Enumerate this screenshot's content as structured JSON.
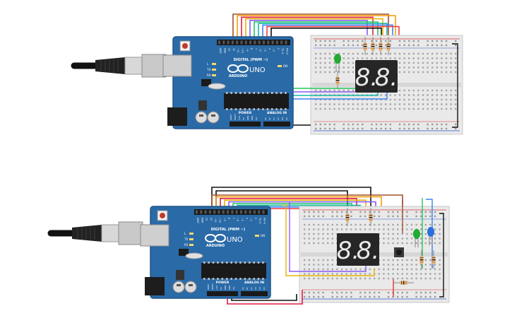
{
  "circuits": [
    {
      "id": "top",
      "board": {
        "logo": "UNO",
        "brand": "ARDUINO",
        "digital_label": "DIGITAL (PWM ~)",
        "power_label": "POWER",
        "analog_label": "ANALOG IN",
        "led_labels": [
          "L",
          "TX",
          "RX"
        ],
        "on_label": "ON",
        "top_pins": [
          "AREF",
          "GND",
          "13",
          "12",
          "~11",
          "~10",
          "~9",
          "8",
          "7",
          "~6",
          "~5",
          "4",
          "~3",
          "2",
          "TX→1",
          "RX←0"
        ],
        "power_pins": [
          "IOREF",
          "RESET",
          "3.3V",
          "5V",
          "GND",
          "GND",
          "Vin"
        ],
        "analog_pins": [
          "A0",
          "A1",
          "A2",
          "A3",
          "A4",
          "A5"
        ]
      },
      "display": {
        "digits": [
          "8.",
          "8."
        ]
      },
      "wire_colors": [
        "#a0522d",
        "#f59e0b",
        "#e11d48",
        "#eab308",
        "#8b5cf6",
        "#22c55e",
        "#14b8a6",
        "#3b82f6",
        "#ef4444",
        "#111111"
      ]
    },
    {
      "id": "bottom",
      "board": {
        "logo": "UNO",
        "brand": "ARDUINO",
        "digital_label": "DIGITAL (PWM ~)",
        "power_label": "POWER",
        "analog_label": "ANALOG IN",
        "led_labels": [
          "L",
          "TX",
          "RX"
        ],
        "on_label": "ON",
        "top_pins": [
          "AREF",
          "GND",
          "13",
          "12",
          "~11",
          "~10",
          "~9",
          "8",
          "7",
          "~6",
          "~5",
          "4",
          "~3",
          "2",
          "TX→1",
          "RX←0"
        ],
        "power_pins": [
          "IOREF",
          "RESET",
          "3.3V",
          "5V",
          "GND",
          "GND",
          "Vin"
        ],
        "analog_pins": [
          "A0",
          "A1",
          "A2",
          "A3",
          "A4",
          "A5"
        ]
      },
      "display": {
        "digits": [
          "8.",
          "8."
        ]
      },
      "wire_colors": [
        "#111111",
        "#a0522d",
        "#f59e0b",
        "#e11d48",
        "#eab308",
        "#8b5cf6",
        "#22c55e",
        "#14b8a6",
        "#3b82f6",
        "#ef4444"
      ]
    }
  ],
  "colors": {
    "board": "#2a6aa7",
    "board_dark": "#1f5688",
    "breadboard": "#e9e9e9",
    "rail_red": "#d33",
    "rail_blue": "#3355cc",
    "segment": "#e8e8e8",
    "display_body": "#262626",
    "led_green": "#22aa33",
    "led_blue": "#2a6fdd",
    "usb": "#222222"
  }
}
